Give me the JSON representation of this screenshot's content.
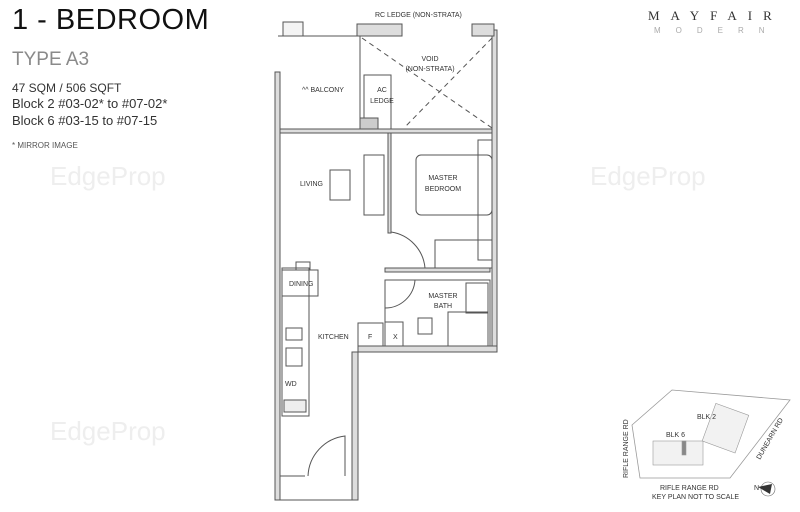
{
  "header": {
    "title": "1 - BEDROOM",
    "type": "TYPE A3",
    "area": "47 SQM /  506 SQFT",
    "blocks": [
      "Block 2 #03-02* to #07-02*",
      "Block 6 #03-15 to #07-15"
    ],
    "note": "* MIRROR IMAGE"
  },
  "logo": {
    "line1": "MAYFAIR",
    "line2": "MODERN"
  },
  "watermark": "EdgeProp",
  "plan": {
    "rc_ledge": "RC LEDGE (NON-STRATA)",
    "void": [
      "VOID",
      "(NON-STRATA)"
    ],
    "balcony": "^^ BALCONY",
    "ac_ledge": [
      "AC",
      "LEDGE"
    ],
    "living": "LIVING",
    "master_bedroom": [
      "MASTER",
      "BEDROOM"
    ],
    "dining": "DINING",
    "master_bath": [
      "MASTER",
      "BATH"
    ],
    "kitchen": "KITCHEN",
    "fridge": "F",
    "washer": "X",
    "wd": "WD"
  },
  "key_plan": {
    "blk2": "BLK 2",
    "blk6": "BLK 6",
    "road_left": "RIFLE RANGE RD",
    "road_bottom": "RIFLE RANGE RD",
    "road_right": "DUNEARN RD",
    "caption": "KEY PLAN NOT TO SCALE",
    "north": "N"
  }
}
